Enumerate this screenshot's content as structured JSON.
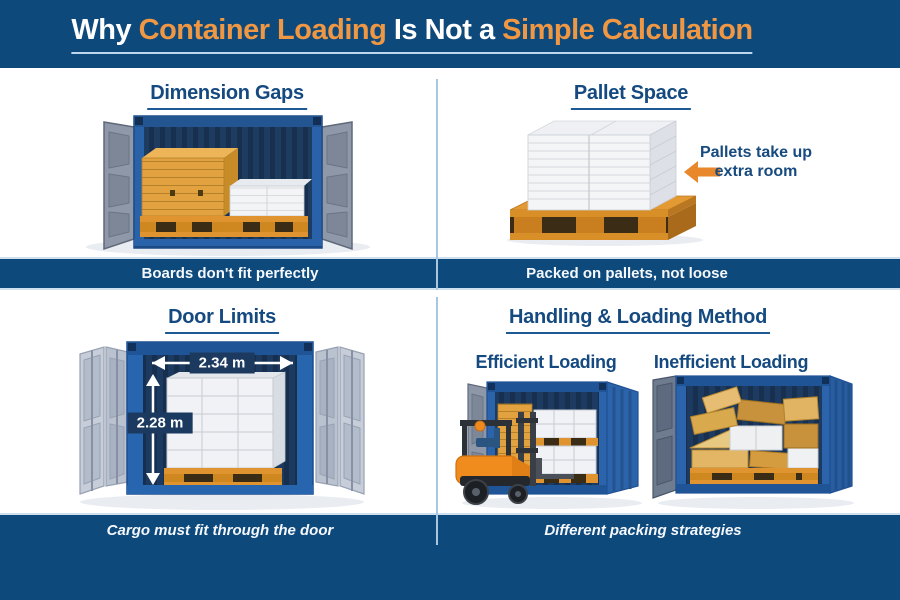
{
  "header": {
    "title_parts": [
      {
        "text": "Why ",
        "color": "#ffffff"
      },
      {
        "text": "Container Loading ",
        "color": "#ef9743"
      },
      {
        "text": "Is Not a ",
        "color": "#ffffff"
      },
      {
        "text": "Simple Calculation",
        "color": "#ef9743"
      }
    ]
  },
  "quadrants": {
    "dimension_gaps": {
      "heading": "Dimension Gaps",
      "caption": "Boards don't fit perfectly"
    },
    "pallet_space": {
      "heading": "Pallet Space",
      "annotation": {
        "line1": "Pallets take up",
        "line2": "extra room"
      },
      "caption": "Packed on pallets, not loose"
    },
    "door_limits": {
      "heading": "Door Limits",
      "door_width": "2.34 m",
      "door_height": "2.28 m",
      "caption": "Cargo must fit through the door"
    },
    "handling": {
      "heading": "Handling & Loading Method",
      "efficient_label": "Efficient Loading",
      "inefficient_label": "Inefficient Loading",
      "caption": "Different packing strategies"
    }
  },
  "colors": {
    "band_navy": "#0e497c",
    "heading_blue": "#154a80",
    "accent_orange": "#ef9743",
    "arrow_orange": "#e8872b",
    "divider_light_blue": "#a9c6e0",
    "container_blue": "#2a62a9",
    "interior_navy": "#1d3b60",
    "pallet_orange": "#e09430"
  }
}
